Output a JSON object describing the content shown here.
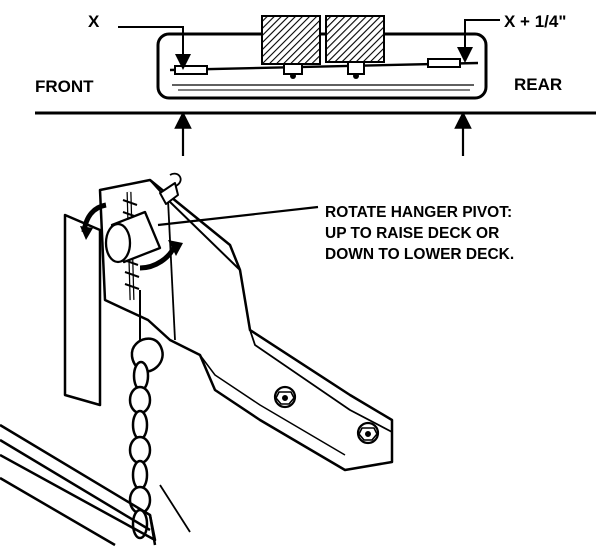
{
  "labels": {
    "x": "X",
    "x_plus": "X + 1/4\"",
    "front": "FRONT",
    "rear": "REAR"
  },
  "callout": {
    "line1": "ROTATE HANGER PIVOT:",
    "line2": "UP TO RAISE DECK OR",
    "line3": "DOWN TO LOWER DECK."
  },
  "colors": {
    "ink": "#000000",
    "paper": "#ffffff"
  }
}
